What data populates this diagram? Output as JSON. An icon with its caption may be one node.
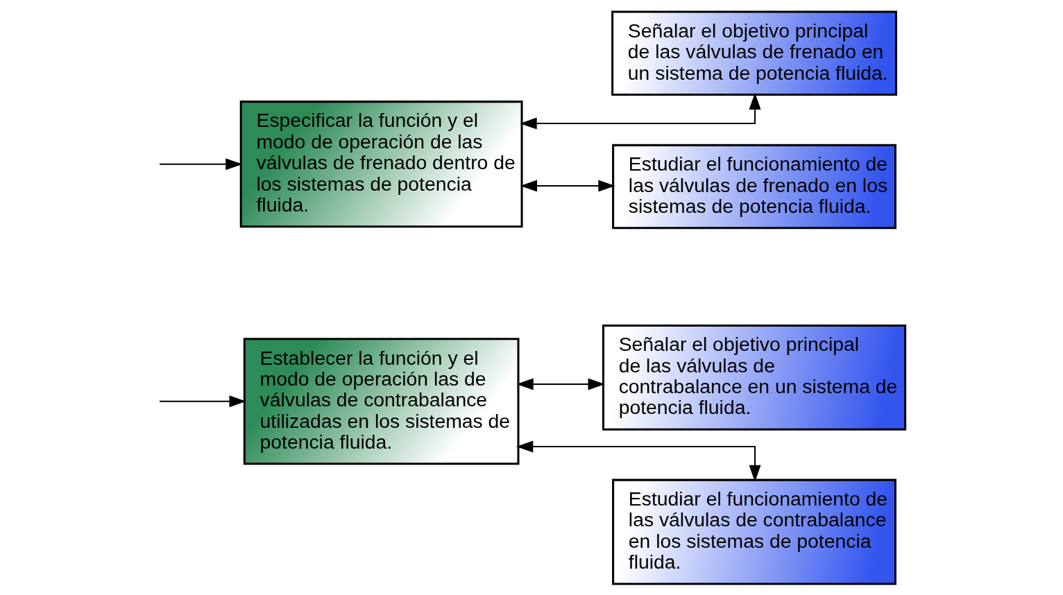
{
  "diagram": {
    "nodes": [
      {
        "text": [
          "Establecer la función y el modo de operación las de válvulas de contrabalance utilizadas en los sistemas de potencia fluida."
        ]
      },
      {
        "text": [
          "Señalar el objetivo principal de las válvulas de contrabalance en un sistema de potencia fluida."
        ]
      },
      {
        "text": [
          "Estudiar el funcionamiento de las válvulas de contrabalance en los sistemas de potencia fluida."
        ]
      },
      {
        "text": [
          "Especificar la función y el modo de operación de las válvulas de frenado dentro de los sistemas de potencia fluida."
        ]
      },
      {
        "text": [
          "Señalar el objetivo principal de las válvulas de frenado en un sistema de potencia fluida."
        ]
      },
      {
        "text": [
          "Estudiar el funcionamiento de las válvulas de frenado en los sistemas de potencia fluida."
        ]
      }
    ],
    "edges": [
      {
        "from": null,
        "to": 0,
        "arrow": "to"
      },
      {
        "from": null,
        "to": 3,
        "arrow": "to"
      },
      {
        "from": 0,
        "to": 1,
        "arrow": "both"
      },
      {
        "from": 0,
        "to": 2,
        "arrow": "both"
      },
      {
        "from": 3,
        "to": 4,
        "arrow": "both"
      },
      {
        "from": 3,
        "to": 5,
        "arrow": "both"
      }
    ]
  }
}
